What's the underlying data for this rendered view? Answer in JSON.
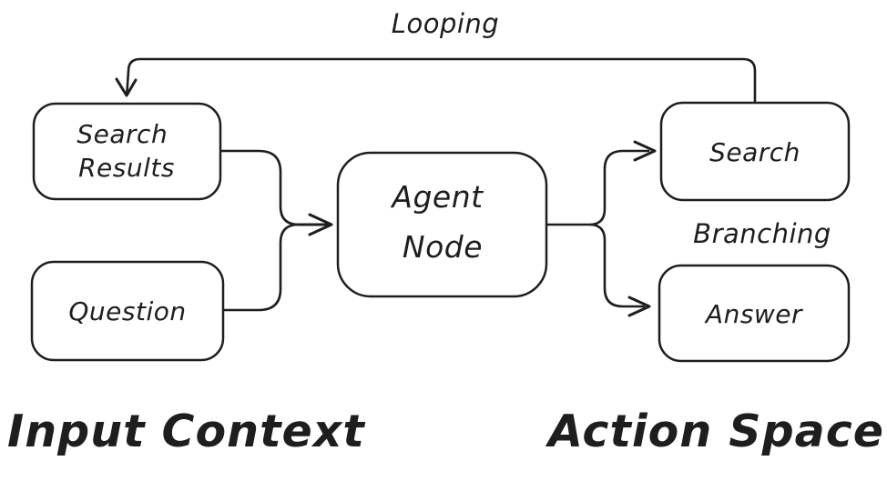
{
  "diagram": {
    "background_color": "#ffffff",
    "stroke_color": "#1e1e1e",
    "nodes": [
      {
        "id": "search-results",
        "label_line1": "Search",
        "label_line2": "Results",
        "group": "Input Context"
      },
      {
        "id": "question",
        "label": "Question",
        "group": "Input Context"
      },
      {
        "id": "agent-node",
        "label_line1": "Agent",
        "label_line2": "Node",
        "group": "center"
      },
      {
        "id": "search",
        "label": "Search",
        "group": "Action Space"
      },
      {
        "id": "answer",
        "label": "Answer",
        "group": "Action Space"
      }
    ],
    "edges": [
      {
        "from": "search-results",
        "to": "agent-node",
        "type": "merge"
      },
      {
        "from": "question",
        "to": "agent-node",
        "type": "merge"
      },
      {
        "from": "agent-node",
        "to": "search",
        "type": "branch"
      },
      {
        "from": "agent-node",
        "to": "answer",
        "type": "branch"
      },
      {
        "from": "search",
        "to": "search-results",
        "type": "loop"
      }
    ],
    "annotations": {
      "looping": "Looping",
      "branching": "Branching"
    },
    "sections": {
      "left": "Input Context",
      "right": "Action Space"
    }
  }
}
